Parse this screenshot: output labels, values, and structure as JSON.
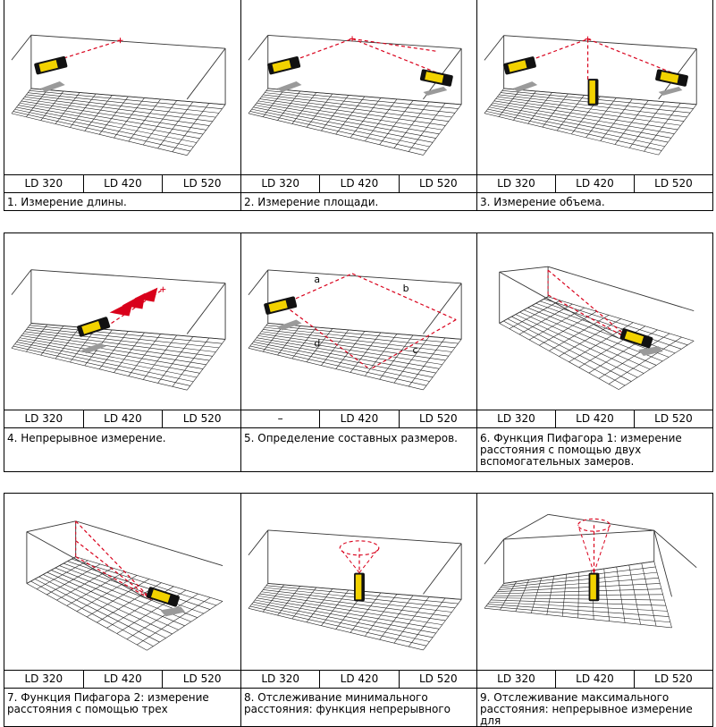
{
  "models": [
    "LD 320",
    "LD 420",
    "LD 520"
  ],
  "panels": [
    {
      "id": "length",
      "models": [
        "LD 320",
        "LD 420",
        "LD 520"
      ],
      "caption": "1. Измерение длины."
    },
    {
      "id": "area",
      "models": [
        "LD 320",
        "LD 420",
        "LD 520"
      ],
      "caption": "2. Измерение площади."
    },
    {
      "id": "volume",
      "models": [
        "LD 320",
        "LD 420",
        "LD 520"
      ],
      "caption": "3. Измерение объема."
    },
    {
      "id": "continuous",
      "models": [
        "LD 320",
        "LD 420",
        "LD 520"
      ],
      "caption": "4. Непрерывное измерение."
    },
    {
      "id": "composite",
      "models": [
        "–",
        "LD 420",
        "LD 520"
      ],
      "caption": "5. Определение составных размеров.",
      "labels": [
        "a",
        "b",
        "c",
        "d"
      ]
    },
    {
      "id": "pythagoras1",
      "models": [
        "LD 320",
        "LD 420",
        "LD 520"
      ],
      "caption": "6. Функция Пифагора 1: измерение расстояния с помощью двух вспомогательных замеров."
    },
    {
      "id": "pythagoras2",
      "models": [
        "LD 320",
        "LD 420",
        "LD 520"
      ],
      "caption": "7. Функция Пифагора 2: измерение расстояния с помощью трех"
    },
    {
      "id": "min-tracking",
      "models": [
        "LD 320",
        "LD 420",
        "LD 520"
      ],
      "caption": "8. Отслеживание минимального расстояния: функция непрерывного"
    },
    {
      "id": "max-tracking",
      "models": [
        "LD 320",
        "LD 420",
        "LD 520"
      ],
      "caption": "9. Отслеживание максимального расстояния: непрерывное измерение для"
    }
  ],
  "colors": {
    "laser": "#d9001b",
    "device": "#f2d200",
    "device_body": "#111111",
    "grid": "#222222"
  }
}
